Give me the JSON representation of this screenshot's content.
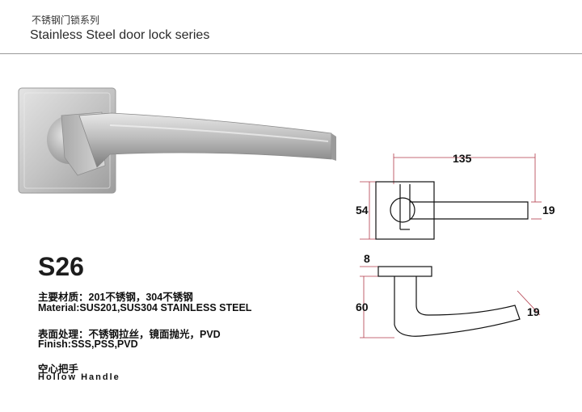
{
  "header": {
    "title_cn": "不锈钢门锁系列",
    "title_en": "Stainless Steel door lock series"
  },
  "product": {
    "model": "S26",
    "material_cn": "主要材质：201不锈钢，304不锈钢",
    "material_en": "Material:SUS201,SUS304 STAINLESS STEEL",
    "finish_cn": "表面处理：不锈钢拉丝，镜面抛光，PVD",
    "finish_en": "Finish:SSS,PSS,PVD",
    "type_cn": "空心把手",
    "type_en": "Hollow Handle"
  },
  "dimensions": {
    "length": "135",
    "rose": "54",
    "width": "19",
    "rose_thickness": "8",
    "projection": "60",
    "tip": "19"
  },
  "colors": {
    "steel_light": "#d9d9d9",
    "steel_dark": "#8e8e8e",
    "dimension_line": "#b23a4a"
  }
}
